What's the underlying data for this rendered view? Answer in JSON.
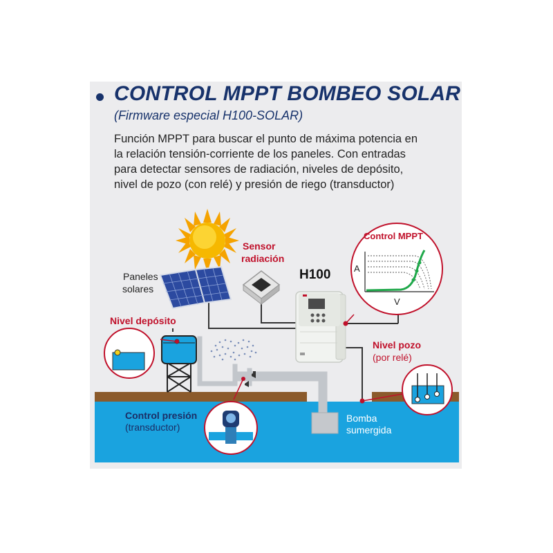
{
  "header": {
    "title": "CONTROL MPPT BOMBEO SOLAR",
    "subtitle": "(Firmware especial H100-SOLAR)",
    "description_lines": [
      "Función MPPT para buscar el punto de máxima potencia en",
      "la relación tensión-corriente de los paneles. Con entradas",
      "para detectar sensores de radiación, niveles de depósito,",
      "nivel de pozo (con relé) y presión de riego (transductor)"
    ]
  },
  "labels": {
    "panels": [
      "Paneles",
      "solares"
    ],
    "radiation_sensor": [
      "Sensor",
      "radiación"
    ],
    "drive": "H100",
    "tank_level": "Nivel depósito",
    "well_level": [
      "Nivel pozo",
      "(por relé)"
    ],
    "pressure_control": [
      "Control presión",
      "(transductor)"
    ],
    "pump": [
      "Bomba",
      "sumergida"
    ]
  },
  "mppt_chart": {
    "title": "Control MPPT",
    "y_axis_label": "A",
    "x_axis_label": "V"
  },
  "colors": {
    "title_blue": "#17326b",
    "callout_red": "#c0102a",
    "water_blue": "#1aa3df",
    "ground_brown": "#8b5a2b",
    "curve_green": "#1fa84a",
    "background": "#ececee"
  },
  "icons": [
    "sun-icon",
    "solar-panel-icon",
    "radiation-sensor-icon",
    "vfd-drive-icon",
    "water-tank-icon",
    "sprinkler-icon",
    "pressure-transducer-icon",
    "submersible-pump-icon",
    "level-probe-icon"
  ]
}
